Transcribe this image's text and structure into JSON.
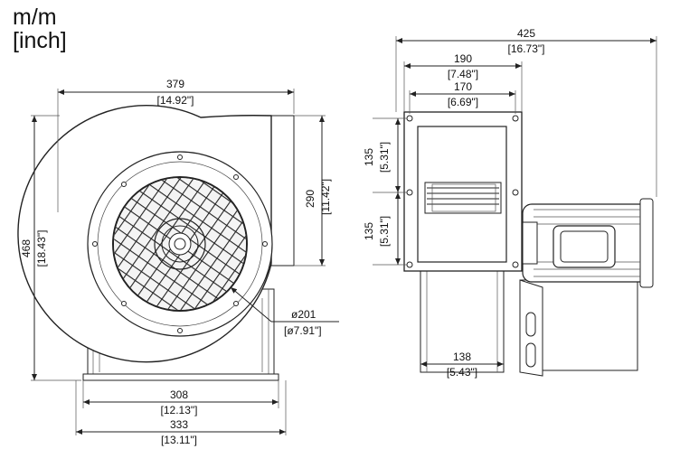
{
  "units": {
    "metric": "m/m",
    "imperial": "[inch]"
  },
  "front_view": {
    "width_top": {
      "mm": "379",
      "inch": "[14.92\"]"
    },
    "height_total": {
      "mm": "468",
      "inch": "[18.43\"]"
    },
    "outlet_height": {
      "mm": "290",
      "inch": "[11.42\"]"
    },
    "inlet_diameter": {
      "mm": "ø201",
      "inch": "[ø7.91\"]"
    },
    "base_inner": {
      "mm": "308",
      "inch": "[12.13\"]"
    },
    "base_outer": {
      "mm": "333",
      "inch": "[13.11\"]"
    }
  },
  "side_view": {
    "overall_length": {
      "mm": "425",
      "inch": "[16.73\"]"
    },
    "flange_outer": {
      "mm": "190",
      "inch": "[7.48\"]"
    },
    "flange_inner": {
      "mm": "170",
      "inch": "[6.69\"]"
    },
    "flange_upper": {
      "mm": "135",
      "inch": "[5.31\"]"
    },
    "flange_lower": {
      "mm": "135",
      "inch": "[5.31\"]"
    },
    "base_width": {
      "mm": "138",
      "inch": "[5.43\"]"
    }
  }
}
